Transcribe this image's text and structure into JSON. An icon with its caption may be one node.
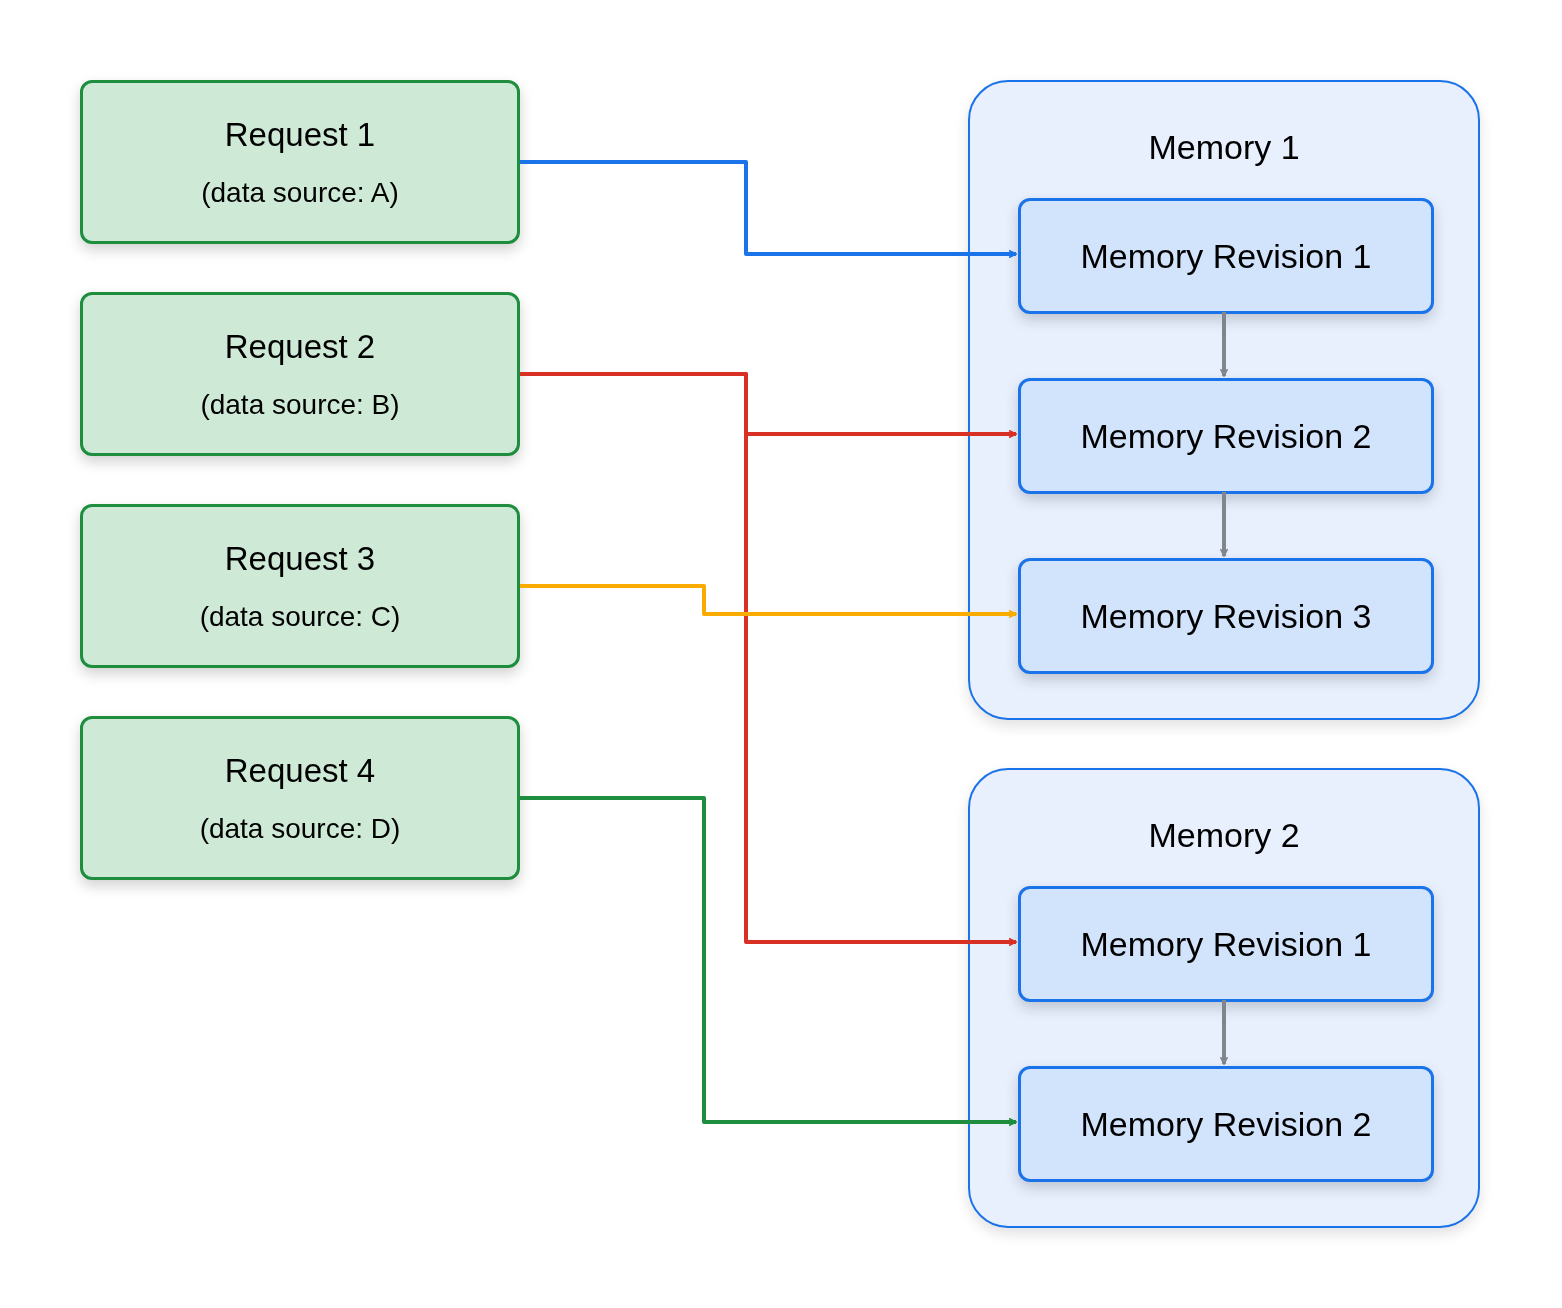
{
  "diagram": {
    "nodes": [
      {
        "text": [
          "Request 1",
          "(data source: A)"
        ]
      },
      {
        "text": [
          "Request 2",
          "(data source: B)"
        ]
      },
      {
        "text": [
          "Request 3",
          "(data source: C)"
        ]
      },
      {
        "text": [
          "Request 4",
          "(data source: D)"
        ]
      },
      {
        "text": [
          "Memory 1"
        ]
      },
      {
        "text": [
          "Memory Revision 1"
        ],
        "in": 4
      },
      {
        "text": [
          "Memory Revision 2"
        ],
        "in": 4
      },
      {
        "text": [
          "Memory Revision 3"
        ],
        "in": 4
      },
      {
        "text": [
          "Memory 2"
        ]
      },
      {
        "text": [
          "Memory Revision 1"
        ],
        "in": 8
      },
      {
        "text": [
          "Memory Revision 2"
        ],
        "in": 8
      }
    ],
    "edges": [
      {
        "from": 0,
        "to": 5,
        "arrow": "to",
        "color": "#1a73e8"
      },
      {
        "from": 1,
        "to": 6,
        "arrow": "to",
        "color": "#d93025"
      },
      {
        "from": 1,
        "to": 9,
        "arrow": "to",
        "color": "#d93025"
      },
      {
        "from": 2,
        "to": 7,
        "arrow": "to",
        "color": "#f9ab00"
      },
      {
        "from": 3,
        "to": 10,
        "arrow": "to",
        "color": "#1e8e3e"
      },
      {
        "from": 5,
        "to": 6,
        "arrow": "to",
        "color": "#80868b"
      },
      {
        "from": 6,
        "to": 7,
        "arrow": "to",
        "color": "#80868b"
      },
      {
        "from": 9,
        "to": 10,
        "arrow": "to",
        "color": "#80868b"
      }
    ]
  }
}
